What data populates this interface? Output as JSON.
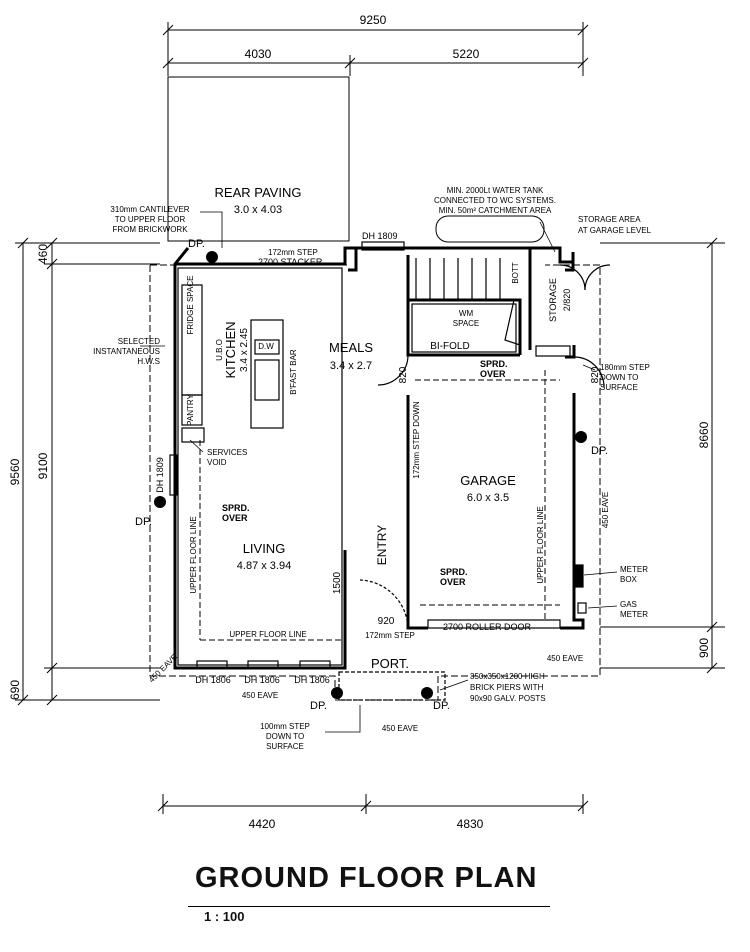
{
  "title": "GROUND FLOOR PLAN",
  "scale": "1 : 100",
  "dimensions": {
    "overall_width": "9250",
    "top_left": "4030",
    "top_right": "5220",
    "bottom_left": "4420",
    "bottom_right": "4830",
    "left_overall": "9560",
    "left_main": "9100",
    "left_top": "460",
    "left_bottom": "690",
    "right_main": "8660",
    "right_bottom": "900",
    "eave_450_left": "450 EAVE",
    "eave_450_bottom": "450 EAVE",
    "eave_450_porch": "450 EAVE",
    "eave_450_right_vert": "450 EAVE",
    "eave_450_garage": "450 EAVE",
    "dim_820_left": "820",
    "dim_820_right": "820",
    "dim_1500": "1500",
    "dim_920": "920"
  },
  "rooms": {
    "rear_paving": {
      "name": "REAR PAVING",
      "size": "3.0 x 4.03"
    },
    "meals": {
      "name": "MEALS",
      "size": "3.4 x 2.7"
    },
    "kitchen": {
      "name": "KITCHEN",
      "size": "3.4 x 2.45"
    },
    "living": {
      "name": "LIVING",
      "size": "4.87 x 3.94"
    },
    "garage": {
      "name": "GARAGE",
      "size": "6.0 x 3.5"
    },
    "storage": {
      "name": "STORAGE",
      "size": "2/820"
    },
    "entry": {
      "name": "ENTRY"
    },
    "port": {
      "name": "PORT."
    }
  },
  "labels": {
    "cantilever": [
      "310mm CANTILEVER",
      "TO UPPER FLOOR",
      "FROM BRICKWORK"
    ],
    "water_tank": [
      "MIN. 2000Lt WATER TANK",
      "CONNECTED TO WC SYSTEMS.",
      "MIN. 50m² CATCHMENT AREA"
    ],
    "storage_area": [
      "STORAGE AREA",
      "AT GARAGE LEVEL"
    ],
    "hws": [
      "SELECTED",
      "INSTANTANEOUS",
      "H.W.S"
    ],
    "step_180": [
      "180mm STEP",
      "DOWN TO",
      "SURFACE"
    ],
    "step_100": [
      "100mm STEP",
      "DOWN TO",
      "SURFACE"
    ],
    "brick_piers": [
      "350x350x1200 HIGH",
      "BRICK PIERS WITH",
      "90x90 GALV. POSTS"
    ],
    "meter_box": [
      "METER",
      "BOX"
    ],
    "gas_meter": [
      "GAS",
      "METER"
    ],
    "services_void": [
      "SERVICES",
      "VOID"
    ],
    "step_172_top": "172mm STEP",
    "stacker": "2700 STACKER",
    "dh_1809_top": "DH 1809",
    "dh_1809_left": "DH 1809",
    "dh_1806_a": "DH 1806",
    "dh_1806_b": "DH 1806",
    "dh_1806_c": "DH 1806",
    "roller_door": "2700 ROLLER DOOR",
    "step_172_entry": "172mm STEP",
    "step_172_down": "172mm STEP DOWN",
    "bifold": "BI-FOLD",
    "wm_space": [
      "WM",
      "SPACE"
    ],
    "sprd_over_1": [
      "SPRD.",
      "OVER"
    ],
    "sprd_over_2": [
      "SPRD.",
      "OVER"
    ],
    "sprd_over_3": [
      "SPRD.",
      "OVER"
    ],
    "upper_floor_line_h": "UPPER FLOOR LINE",
    "upper_floor_line_v1": "UPPER FLOOR LINE",
    "upper_floor_line_v2": "UPPER FLOOR LINE",
    "dp": "DP.",
    "ubo": "U.B.O",
    "dw": "D.W",
    "bfast_bar": "B'FAST BAR",
    "pantry": "PANTRY",
    "fridge_space": "FRIDGE SPACE",
    "bott": "BOTT"
  }
}
